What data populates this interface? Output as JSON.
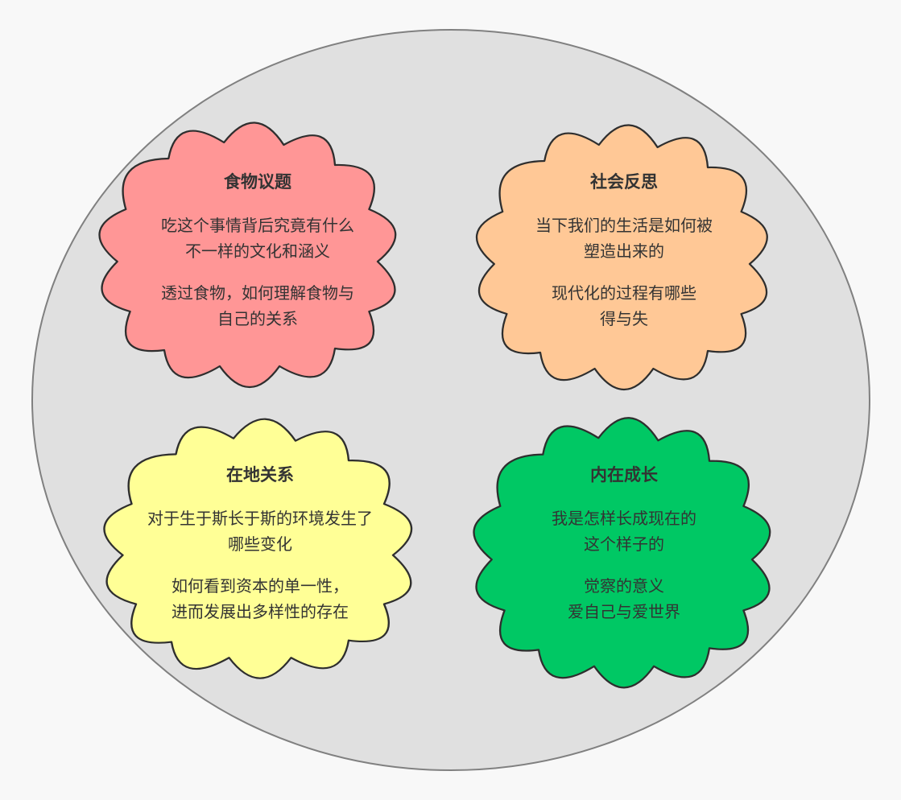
{
  "colors": {
    "background": "#f8f8f8",
    "circle_fill": "#e0e0e0",
    "circle_stroke": "#808080",
    "cloud_stroke": "#2e2e2e",
    "text": "#333333"
  },
  "clouds": [
    {
      "title": "食物议题",
      "fill": "#ff9696",
      "paragraphs": [
        {
          "lines": [
            "吃这个事情背后究竟有什么",
            "不一样的文化和涵义"
          ]
        },
        {
          "lines": [
            "透过食物，如何理解食物与",
            "自己的关系"
          ]
        }
      ]
    },
    {
      "title": "社会反思",
      "fill": "#ffc896",
      "paragraphs": [
        {
          "lines": [
            "当下我们的生活是如何被",
            "塑造出来的"
          ]
        },
        {
          "lines": [
            "现代化的过程有哪些",
            "得与失"
          ]
        }
      ]
    },
    {
      "title": "在地关系",
      "fill": "#ffff96",
      "paragraphs": [
        {
          "lines": [
            "对于生于斯长于斯的环境发生了",
            "哪些变化"
          ]
        },
        {
          "lines": [
            "如何看到资本的单一性，",
            "进而发展出多样性的存在"
          ]
        }
      ]
    },
    {
      "title": "内在成长",
      "fill": "#00c864",
      "paragraphs": [
        {
          "lines": [
            "我是怎样长成现在的",
            "这个样子的"
          ]
        },
        {
          "lines": [
            "觉察的意义",
            "爱自己与爱世界"
          ]
        }
      ]
    }
  ]
}
